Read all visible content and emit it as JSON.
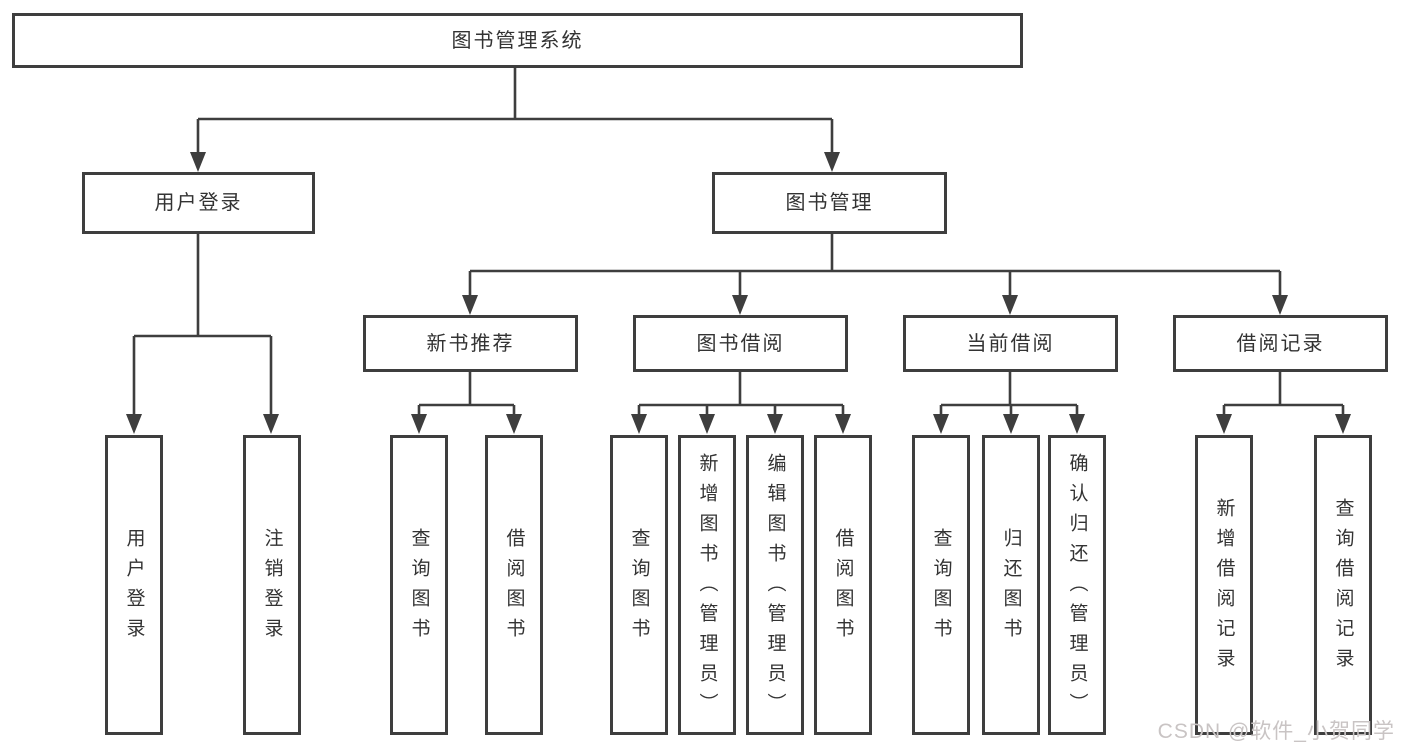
{
  "diagram": {
    "root": {
      "label": "图书管理系统"
    },
    "level2": {
      "user_login": {
        "label": "用户登录"
      },
      "book_management": {
        "label": "图书管理"
      }
    },
    "level3": {
      "new_book_recommend": {
        "label": "新书推荐"
      },
      "book_borrow": {
        "label": "图书借阅"
      },
      "current_borrow": {
        "label": "当前借阅"
      },
      "borrow_records": {
        "label": "借阅记录"
      }
    },
    "leaves": {
      "user_login": {
        "label": "用户登录"
      },
      "logout": {
        "label": "注销登录"
      },
      "query_books_1": {
        "label": "查询图书"
      },
      "borrow_books_1": {
        "label": "借阅图书"
      },
      "query_books_2": {
        "label": "查询图书"
      },
      "add_book_admin": {
        "label": "新增图书（管理员）"
      },
      "edit_book_admin": {
        "label": "编辑图书（管理员）"
      },
      "borrow_books_2": {
        "label": "借阅图书"
      },
      "query_books_3": {
        "label": "查询图书"
      },
      "return_books": {
        "label": "归还图书"
      },
      "confirm_return_admin": {
        "label": "确认归还（管理员）"
      },
      "add_borrow_record": {
        "label": "新增借阅记录"
      },
      "query_borrow_record": {
        "label": "查询借阅记录"
      }
    },
    "watermark": "CSDN @软件_小贺同学",
    "colors": {
      "line": "#3e3e3e",
      "text": "#333333",
      "watermark": "#c9c4c4"
    }
  }
}
